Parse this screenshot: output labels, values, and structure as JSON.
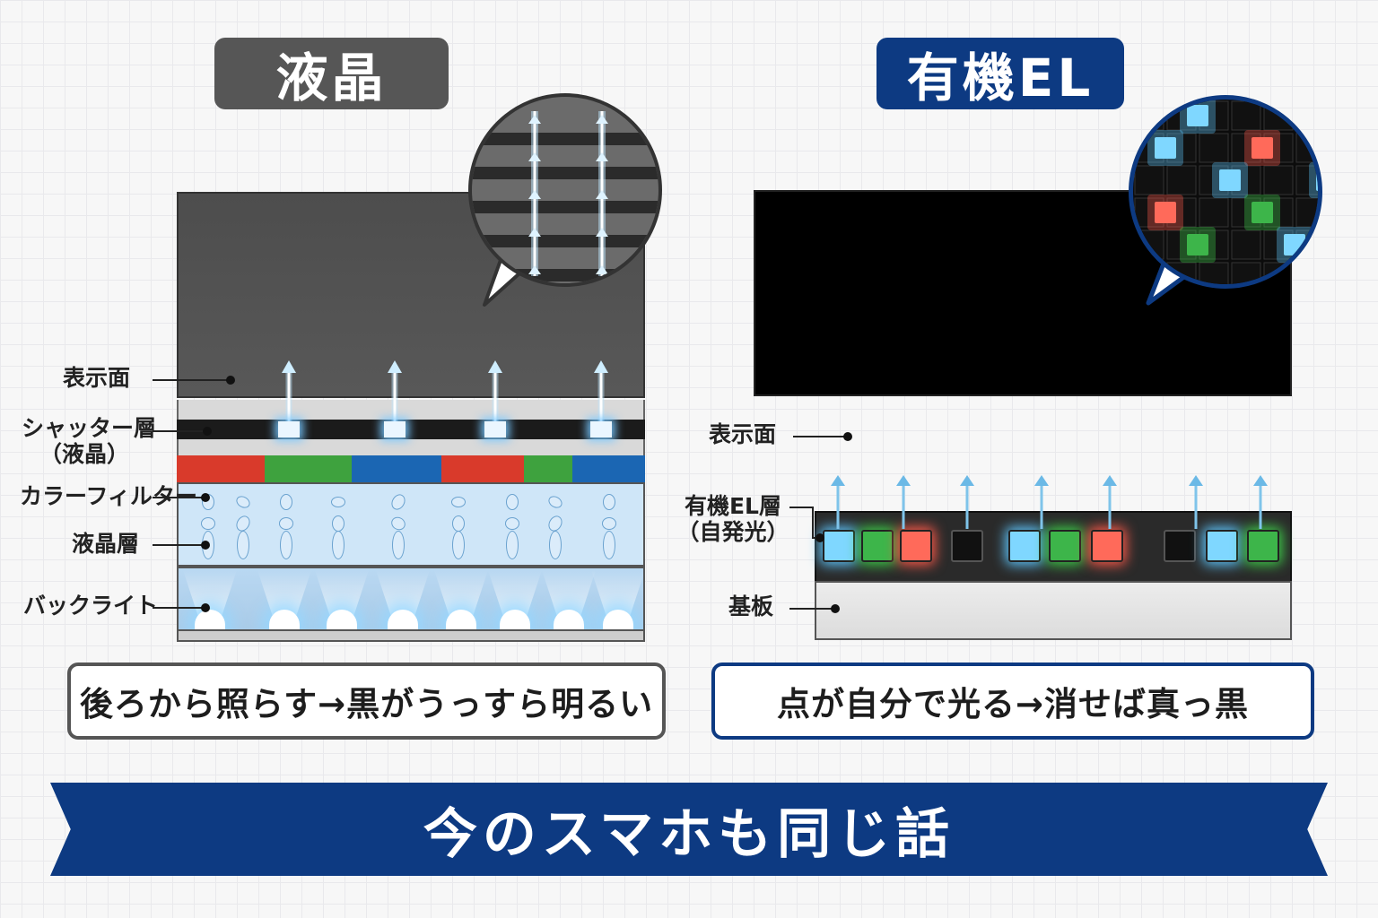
{
  "lcd": {
    "title": "液晶",
    "labels": {
      "display": "表示面",
      "shutter": "シャッター層",
      "shutter_sub": "（液晶）",
      "filter": "カラーフィルター",
      "lc": "液晶層",
      "backlight": "バックライト"
    },
    "filter_colors": [
      "#d93a2b",
      "#3ea23e",
      "#1b66b3",
      "#d93a2b",
      "#3ea23e",
      "#1b66b3"
    ],
    "caption": "後ろから照らす→黒がうっすら明るい"
  },
  "oled": {
    "title": "有機EL",
    "labels": {
      "display": "表示面",
      "layer": "有機EL層",
      "layer_sub": "（自発光）",
      "substrate": "基板"
    },
    "pixels": [
      "blue",
      "green",
      "red",
      "off",
      "blue",
      "green",
      "red",
      "off",
      "blue",
      "green"
    ],
    "caption": "点が自分で光る→消せば真っ黒"
  },
  "colors": {
    "navy": "#0d3a82",
    "gray": "#565656",
    "glow_blue": "#5fc8ff",
    "glow_green": "#3fcf4a",
    "glow_red": "#ff5a4a"
  },
  "banner": "今のスマホも同じ話"
}
